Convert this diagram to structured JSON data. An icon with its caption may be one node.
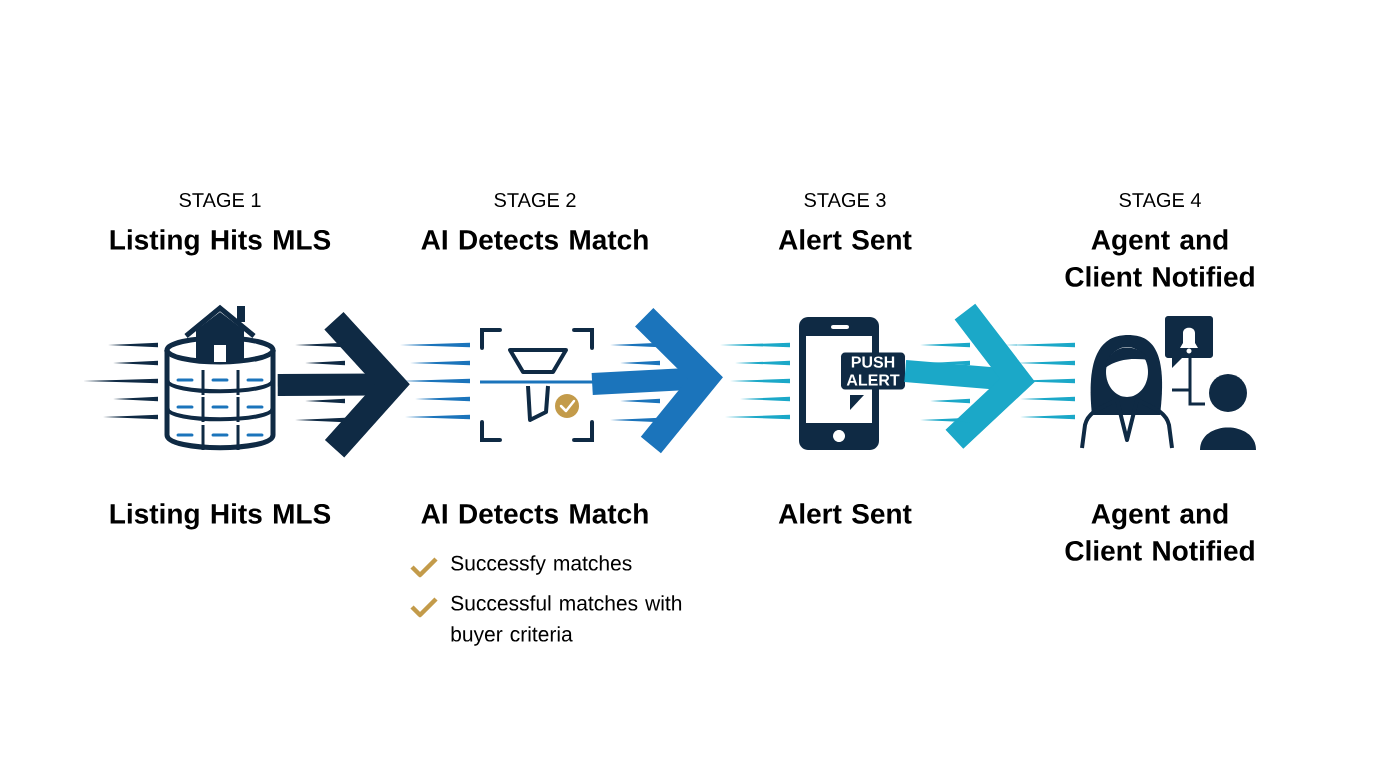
{
  "diagram": {
    "nodes": [
      {
        "text": [],
        "shape": "database",
        "beside": [
          "STAGE 1",
          "Listing Hits MLS",
          "Listing Hits MLS"
        ]
      },
      {
        "text": [],
        "shape": "funnel",
        "beside": [
          "STAGE 2",
          "AI Detects Match",
          "AI Detects Match",
          "Successfy matches",
          "Successful matches with buyer criteria"
        ]
      },
      {
        "text": [
          "PUSH ALERT"
        ],
        "beside": [
          "STAGE 3",
          "Alert Sent",
          "Alert Sent"
        ]
      },
      {
        "text": [],
        "shape": "person",
        "beside": [
          "STAGE 4",
          "Agent and Client Notified",
          "Agent and Client Notified"
        ]
      }
    ],
    "edges": [
      {
        "from": 0,
        "to": 1,
        "arrow": "to",
        "color": "#0f2a44"
      },
      {
        "from": 1,
        "to": 2,
        "arrow": "to",
        "color": "#1b74bb"
      },
      {
        "from": 2,
        "to": 3,
        "arrow": "to",
        "color": "#1ba8c8"
      }
    ]
  }
}
